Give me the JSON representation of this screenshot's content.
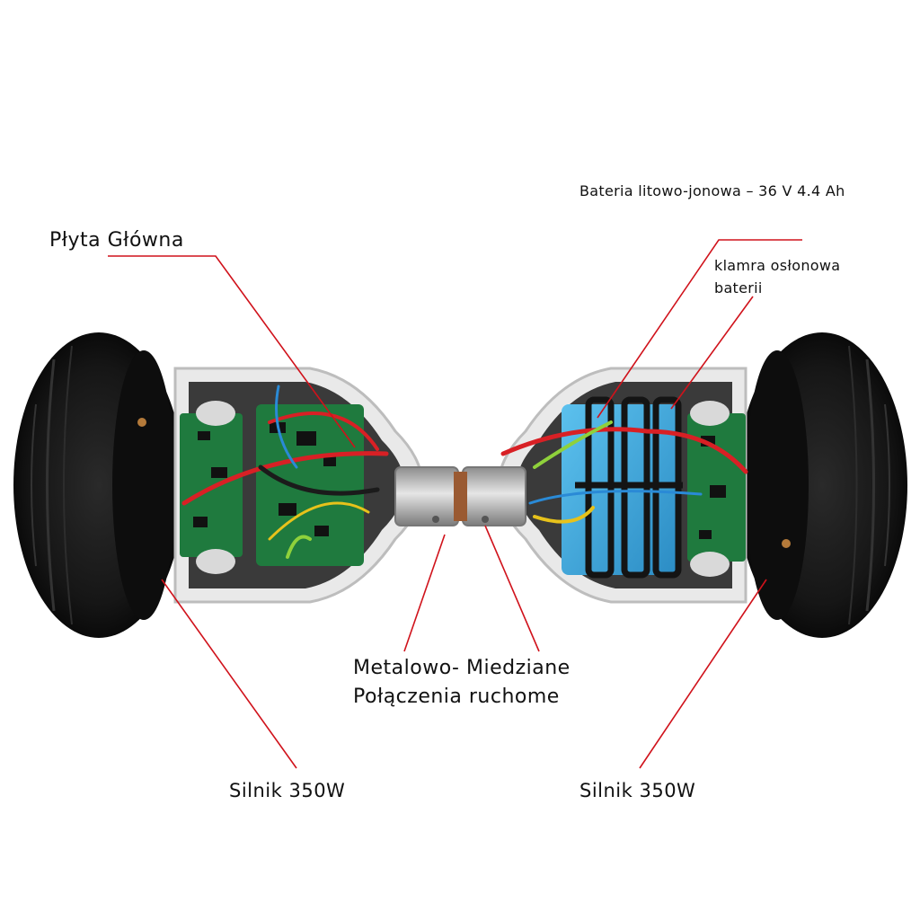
{
  "labels": {
    "main_board": "Płyta Główna",
    "battery": "Bateria litowo-jonowa – 36 V 4.4 Ah",
    "battery_clamp_line1": "klamra osłonowa",
    "battery_clamp_line2": "baterii",
    "joint_line1": "Metalowo- Miedziane",
    "joint_line2": "Połączenia ruchome",
    "motor_left": "Silnik 350W",
    "motor_right": "Silnik 350W"
  },
  "colors": {
    "leader_line": "#d0121b",
    "tire": "#1b1b1b",
    "pcb": "#1f7a3e",
    "battery": "#3aa6dd",
    "frame": "#e9e9e9",
    "axle": "#b8b8b8"
  }
}
